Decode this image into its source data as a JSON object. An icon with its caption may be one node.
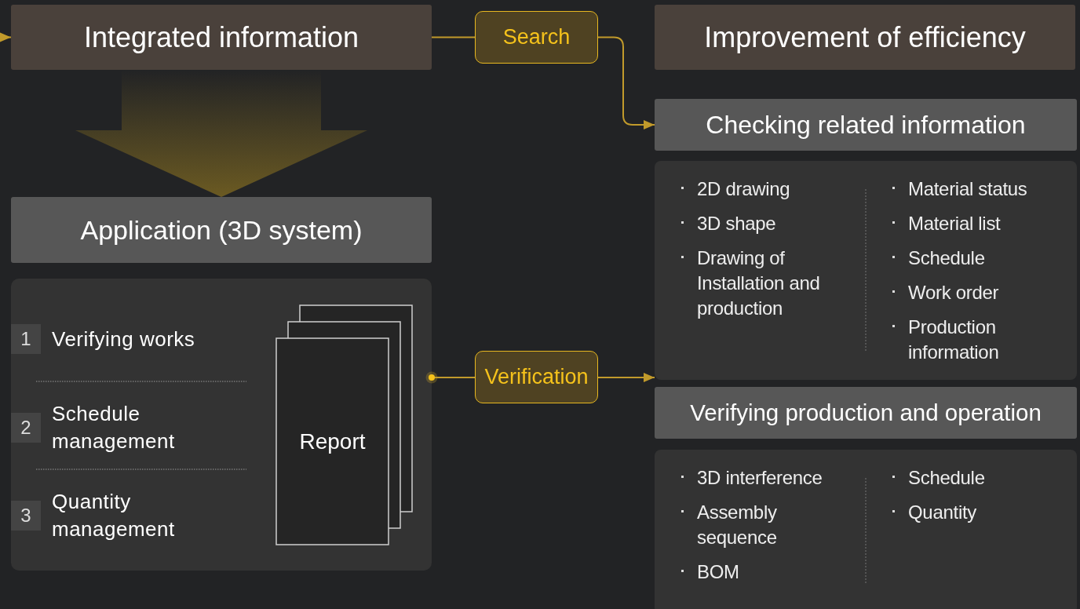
{
  "diagram": {
    "nodes": [
      {
        "text": [
          "Integrated information"
        ]
      },
      {
        "text": [
          "Search"
        ]
      },
      {
        "text": [
          "Improvement of efficiency"
        ]
      },
      {
        "text": [
          "Checking related information"
        ]
      },
      {
        "text": [
          "Application (3D system)"
        ]
      },
      {
        "text": [],
        "shape": "box"
      },
      {
        "text": [
          "1",
          "Verifying works"
        ],
        "in": 5
      },
      {
        "text": [
          "2",
          "Schedule management"
        ],
        "in": 5
      },
      {
        "text": [
          "3",
          "Quantity management"
        ],
        "in": 5
      },
      {
        "text": [
          "Report"
        ],
        "in": 5
      },
      {
        "text": [
          "Verification"
        ]
      },
      {
        "text": [
          "2D drawing",
          "3D shape",
          "Drawing of Installation and production",
          "Material status",
          "Material list",
          "Schedule",
          "Work order",
          "Production information"
        ]
      },
      {
        "text": [
          "Verifying production and operation"
        ]
      },
      {
        "text": [
          "3D interference",
          "Assembly sequence",
          "BOM",
          "Schedule",
          "Quantity"
        ]
      }
    ],
    "edges": [
      {
        "from": null,
        "to": 0,
        "arrow": "to"
      },
      {
        "from": 0,
        "to": 1,
        "arrow": "none"
      },
      {
        "from": 1,
        "to": 3,
        "arrow": "to"
      },
      {
        "from": 0,
        "to": 4,
        "arrow": "to",
        "style": "thick"
      },
      {
        "from": 5,
        "to": 10,
        "arrow": "other"
      },
      {
        "from": 10,
        "to": 11,
        "arrow": "to"
      }
    ]
  }
}
